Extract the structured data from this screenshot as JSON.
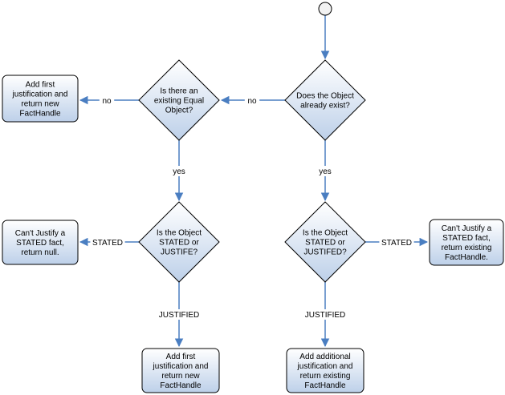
{
  "diagram": {
    "colors": {
      "fill_top": "#ffffff",
      "fill_bottom": "#bdd0e9",
      "stroke": "#000000",
      "edge": "#4a7ec1",
      "start_fill": "#f2f2f2"
    },
    "nodes": {
      "start": {
        "kind": "start-circle"
      },
      "does_exist": {
        "kind": "decision",
        "lines": [
          "Does the Object",
          "already exist?"
        ]
      },
      "equal_object": {
        "kind": "decision",
        "lines": [
          "Is there an",
          "existing Equal",
          "Object?"
        ]
      },
      "add_first_new_top": {
        "kind": "process",
        "lines": [
          "Add first",
          "justification and",
          "return new",
          "FactHandle"
        ]
      },
      "stated_left": {
        "kind": "decision",
        "lines": [
          "Is the Object",
          "STATED or",
          "JUSTIFE?"
        ]
      },
      "stated_right": {
        "kind": "decision",
        "lines": [
          "Is the Object",
          "STATED or",
          "JUSTIFED?"
        ]
      },
      "cant_null": {
        "kind": "process",
        "lines": [
          "Can't Justify a",
          "STATED fact,",
          "return null."
        ]
      },
      "cant_existing": {
        "kind": "process",
        "lines": [
          "Can't Justify a",
          "STATED fact,",
          "return existing",
          "FactHandle."
        ]
      },
      "add_first_new_bottom": {
        "kind": "process",
        "lines": [
          "Add first",
          "justification and",
          "return new",
          "FactHandle"
        ]
      },
      "add_additional": {
        "kind": "process",
        "lines": [
          "Add additional",
          "justification and",
          "return existing",
          "FactHandle"
        ]
      }
    },
    "edge_labels": {
      "no_exist": "no",
      "no_equal": "no",
      "yes_equal": "yes",
      "yes_exist": "yes",
      "stated_left": "STATED",
      "stated_right": "STATED",
      "justified_left": "JUSTIFIED",
      "justified_right": "JUSTIFIED"
    }
  }
}
